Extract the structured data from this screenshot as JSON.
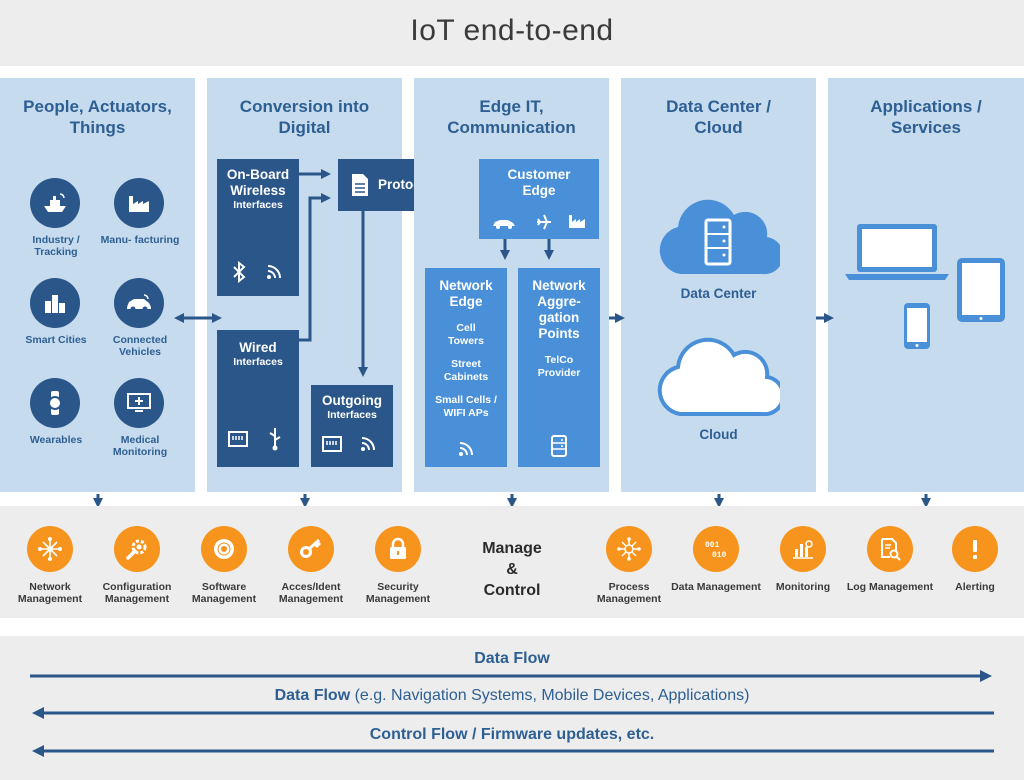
{
  "title": "IoT end-to-end",
  "columns": [
    {
      "heading": "People, Actuators, Things"
    },
    {
      "heading": "Conversion into Digital"
    },
    {
      "heading": "Edge IT, Communication"
    },
    {
      "heading": "Data Center / Cloud"
    },
    {
      "heading": "Applications / Services"
    }
  ],
  "things": [
    {
      "label": "Industry / Tracking",
      "icon": "ship-icon"
    },
    {
      "label": "Manu- facturing",
      "icon": "factory-icon"
    },
    {
      "label": "Smart Cities",
      "icon": "city-icon"
    },
    {
      "label": "Connected Vehicles",
      "icon": "car-icon"
    },
    {
      "label": "Wearables",
      "icon": "watch-icon"
    },
    {
      "label": "Medical Monitoring",
      "icon": "monitor-icon"
    }
  ],
  "conversion": {
    "onboard_title": "On-Board Wireless",
    "onboard_sub": "Interfaces",
    "wired_title": "Wired",
    "wired_sub": "Interfaces",
    "protocols": "Protocols",
    "outgoing_title": "Outgoing",
    "outgoing_sub": "Interfaces"
  },
  "edge": {
    "customer_edge": "Customer Edge",
    "network_edge_title": "Network Edge",
    "network_edge_items": [
      "Cell Towers",
      "Street Cabinets",
      "Small Cells / WIFI APs"
    ],
    "aggregation_title": "Network Aggre- gation Points",
    "aggregation_sub": "TelCo Provider"
  },
  "datacenter": {
    "dc_label": "Data Center",
    "cloud_label": "Cloud"
  },
  "manage": {
    "center_label_1": "Manage",
    "center_label_2": "&",
    "center_label_3": "Control",
    "items": [
      {
        "label": "Network Management",
        "icon": "network-icon"
      },
      {
        "label": "Configuration Management",
        "icon": "wrench-gear-icon"
      },
      {
        "label": "Software Management",
        "icon": "disc-icon"
      },
      {
        "label": "Acces/Ident Management",
        "icon": "key-icon"
      },
      {
        "label": "Security Management",
        "icon": "lock-icon"
      },
      {
        "label": "Process Management",
        "icon": "process-icon"
      },
      {
        "label": "Data Management",
        "icon": "binary-icon"
      },
      {
        "label": "Monitoring",
        "icon": "chart-icon"
      },
      {
        "label": "Log Management",
        "icon": "log-search-icon"
      },
      {
        "label": "Alerting",
        "icon": "exclamation-icon"
      }
    ]
  },
  "flows": {
    "flow1": "Data Flow",
    "flow2_bold": "Data Flow",
    "flow2_rest": " (e.g. Navigation Systems, Mobile Devices, Applications)",
    "flow3": "Control Flow / Firmware updates, etc."
  },
  "colors": {
    "column_bg": "#c6dbee",
    "dark_blue": "#2b5689",
    "mid_blue": "#4a90d9",
    "orange": "#f7941d",
    "band_grey": "#ededed"
  }
}
